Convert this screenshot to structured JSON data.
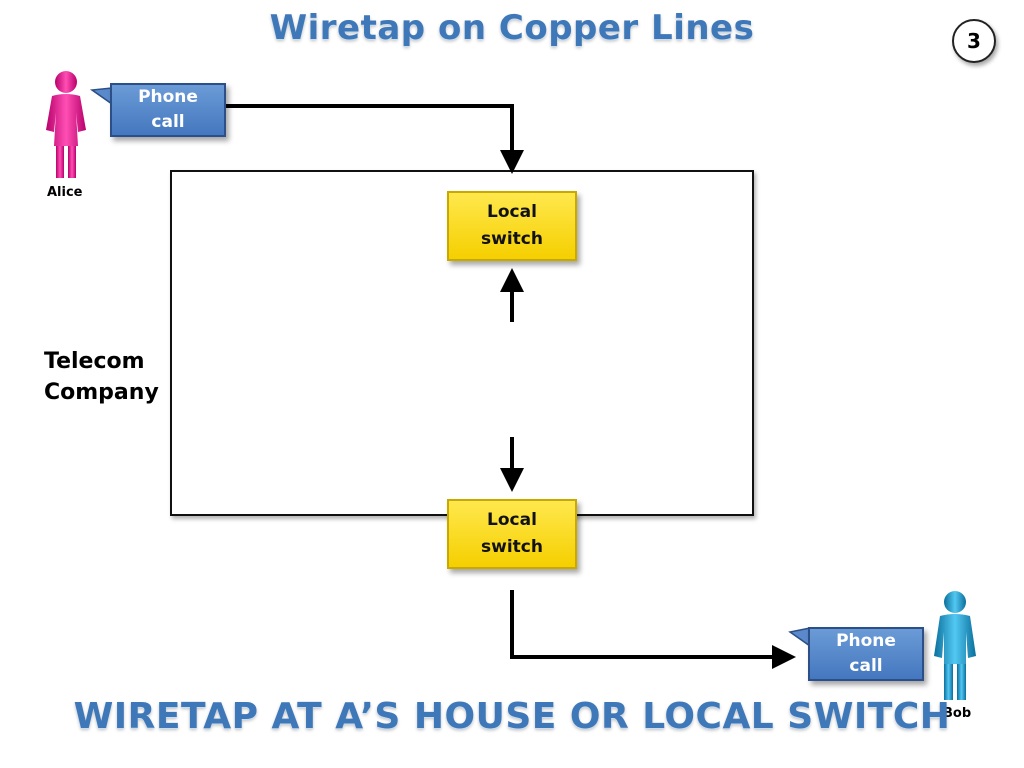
{
  "title": "Wiretap on Copper Lines",
  "page_number": "3",
  "company_label_line1": "Telecom",
  "company_label_line2": "Company",
  "alice": {
    "name": "Alice",
    "bubble_line1": "Phone",
    "bubble_line2": "call",
    "color": "#e0208f"
  },
  "bob": {
    "name": "Bob",
    "bubble_line1": "Phone",
    "bubble_line2": "call",
    "color": "#1aa0d6"
  },
  "switch_top": {
    "line1": "Local",
    "line2": "switch"
  },
  "switch_bottom": {
    "line1": "Local",
    "line2": "switch"
  },
  "footer": "WIRETAP AT A’S HOUSE OR LOCAL SWITCH",
  "colors": {
    "title": "#3f78b8",
    "switch": "#f5cf00",
    "bubble": "#4477bf"
  }
}
